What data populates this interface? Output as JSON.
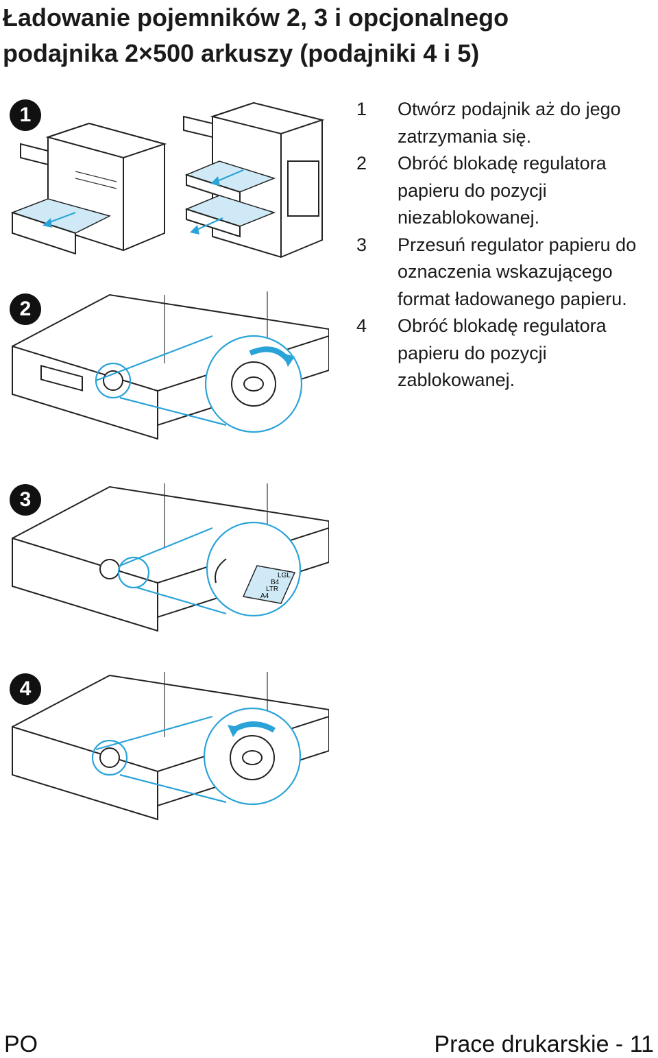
{
  "document": {
    "title_line1": "Ładowanie pojemników 2, 3 i opcjonalnego",
    "title_line2": "podajnika 2×500 arkuszy (podajniki 4 i 5)",
    "badges": [
      "1",
      "2",
      "3",
      "4"
    ],
    "steps": [
      {
        "number": "1",
        "text": "Otwórz podajnik aż do jego zatrzymania się."
      },
      {
        "number": "2",
        "text": "Obróć blokadę regulatora papieru do pozycji niezablokowanej."
      },
      {
        "number": "3",
        "text": "Przesuń regulator papieru do oznaczenia wskazującego format ładowanego papieru."
      },
      {
        "number": "4",
        "text": "Obróć blokadę regulatora papieru do pozycji zablokowanej."
      }
    ],
    "figure_labels": [
      "LGL",
      "B4",
      "LTR",
      "A4"
    ],
    "footer_left": "PO",
    "footer_right": "Prace drukarskie - 11"
  },
  "colors": {
    "accent": "#2aa3d9",
    "accent_fill": "#cfeaf6",
    "ink": "#111111"
  }
}
